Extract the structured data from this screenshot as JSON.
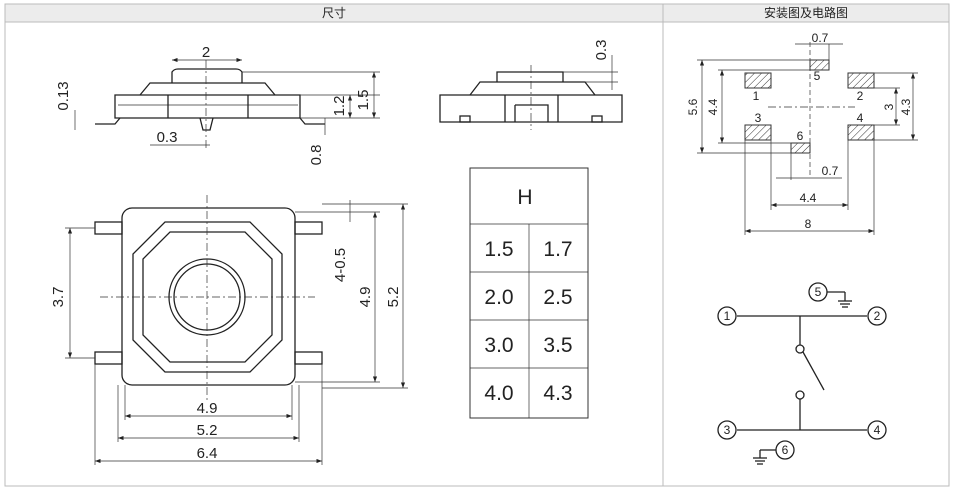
{
  "headers": {
    "dimensions": "尺寸",
    "mounting_circuit": "安装图及电路图"
  },
  "side_view": {
    "button_width": "2",
    "lead_thickness": "0.13",
    "body_height": "1.2",
    "total_height": "1.5",
    "lead_offset": "0.3",
    "lead_height": "0.8"
  },
  "front_view": {
    "button_height": "0.3"
  },
  "top_view": {
    "pin_pitch": "3.7",
    "post": "4-0.5",
    "body_height": "4.9",
    "outer_height": "5.2",
    "body_width": "4.9",
    "outer_width": "5.2",
    "total_width": "6.4"
  },
  "table": {
    "header": "H",
    "rows": [
      [
        "1.5",
        "1.7"
      ],
      [
        "2.0",
        "2.5"
      ],
      [
        "3.0",
        "3.5"
      ],
      [
        "4.0",
        "4.3"
      ]
    ]
  },
  "footprint": {
    "pad_width_top": "0.7",
    "pad_width_bottom": "0.7",
    "height_outer": "5.6",
    "height_inner": "4.4",
    "pitch_right": "3",
    "height_right": "4.3",
    "width_inner": "4.4",
    "width_outer": "8",
    "pads": [
      "1",
      "2",
      "3",
      "4",
      "5",
      "6"
    ]
  },
  "circuit": {
    "terminals": [
      "1",
      "2",
      "3",
      "4",
      "5",
      "6"
    ]
  }
}
